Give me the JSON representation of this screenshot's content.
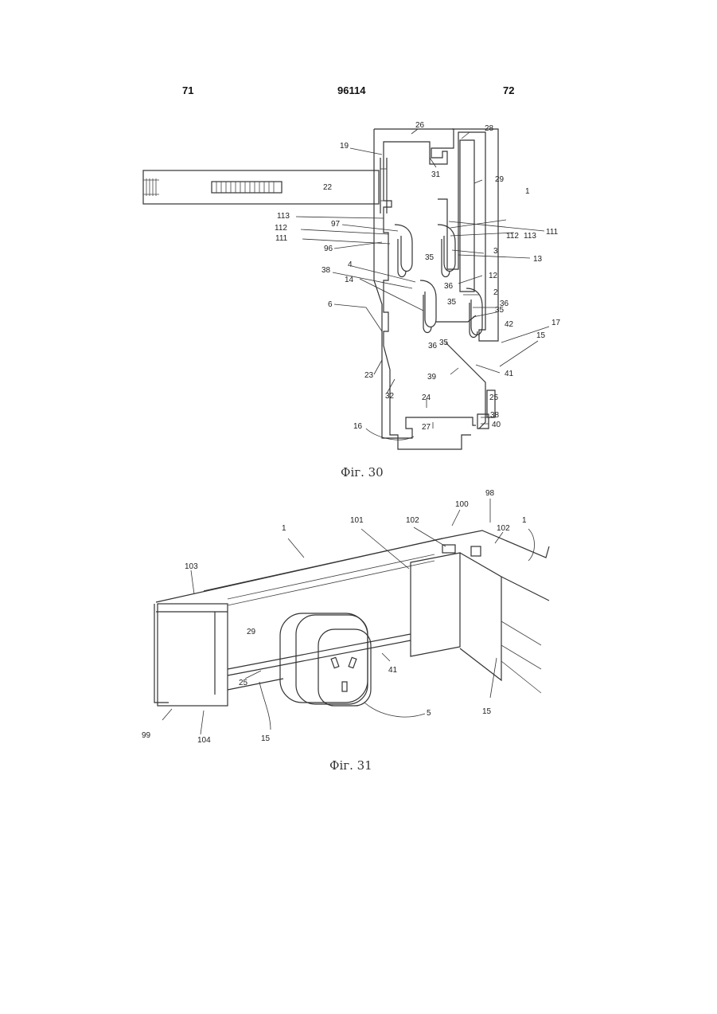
{
  "header": {
    "left_page": "71",
    "patent_number": "96114",
    "right_page": "72"
  },
  "figures": [
    {
      "caption": "Фiг. 30",
      "labels": [
        "26",
        "28",
        "19",
        "31",
        "29",
        "22",
        "1",
        "113",
        "97",
        "112",
        "111",
        "96",
        "4",
        "38",
        "14",
        "6",
        "35",
        "3",
        "12",
        "36",
        "2",
        "17",
        "15",
        "23",
        "32",
        "39",
        "41",
        "42",
        "24",
        "25",
        "16",
        "27",
        "40",
        "113",
        "112",
        "111",
        "13"
      ]
    },
    {
      "caption": "Фiг. 31",
      "labels": [
        "1",
        "101",
        "102",
        "100",
        "98",
        "102",
        "1",
        "103",
        "29",
        "41",
        "25",
        "15",
        "99",
        "104",
        "15",
        "5"
      ]
    }
  ]
}
